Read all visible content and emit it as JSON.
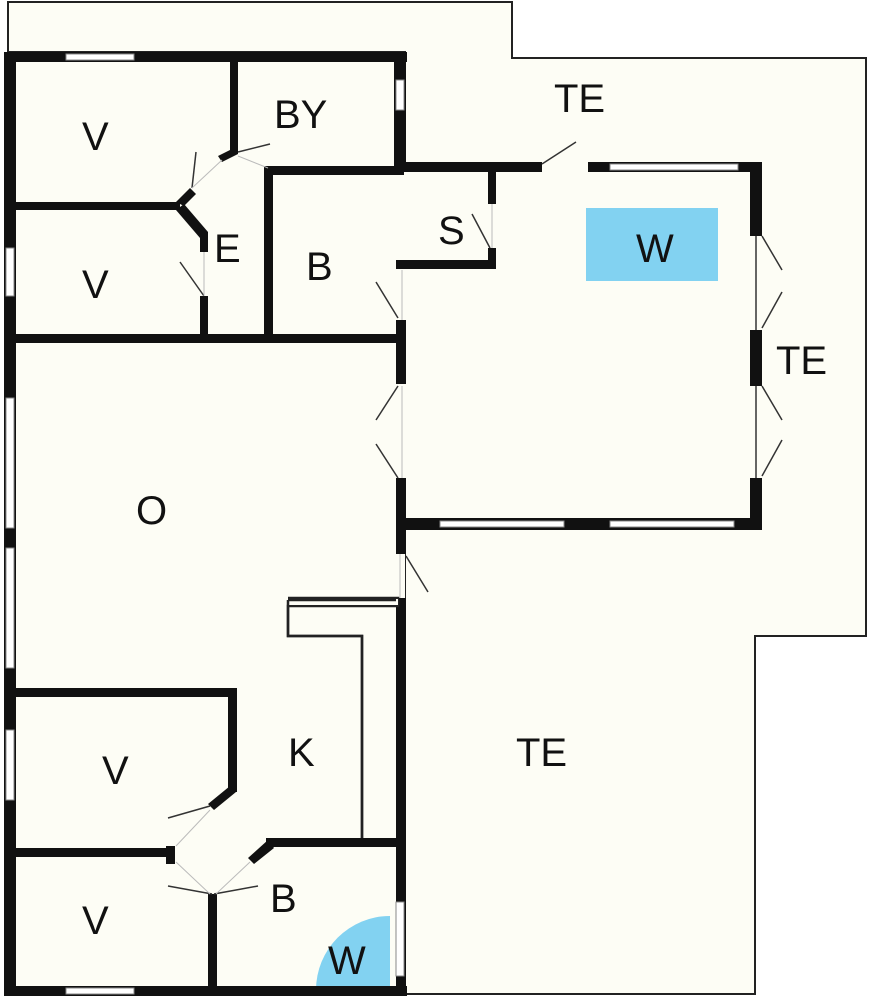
{
  "plan": {
    "colors": {
      "background": "#ffffff",
      "floor": "#fdfdf5",
      "wall": "#111111",
      "water": "#82d2f1"
    },
    "rooms": [
      {
        "id": "v1",
        "label": "V"
      },
      {
        "id": "by",
        "label": "BY"
      },
      {
        "id": "te1",
        "label": "TE"
      },
      {
        "id": "s",
        "label": "S"
      },
      {
        "id": "w1",
        "label": "W"
      },
      {
        "id": "e",
        "label": "E"
      },
      {
        "id": "v2",
        "label": "V"
      },
      {
        "id": "b1",
        "label": "B"
      },
      {
        "id": "te2",
        "label": "TE"
      },
      {
        "id": "o",
        "label": "O"
      },
      {
        "id": "k",
        "label": "K"
      },
      {
        "id": "te3",
        "label": "TE"
      },
      {
        "id": "v3",
        "label": "V"
      },
      {
        "id": "b2",
        "label": "B"
      },
      {
        "id": "v4",
        "label": "V"
      },
      {
        "id": "w2",
        "label": "W"
      }
    ]
  }
}
